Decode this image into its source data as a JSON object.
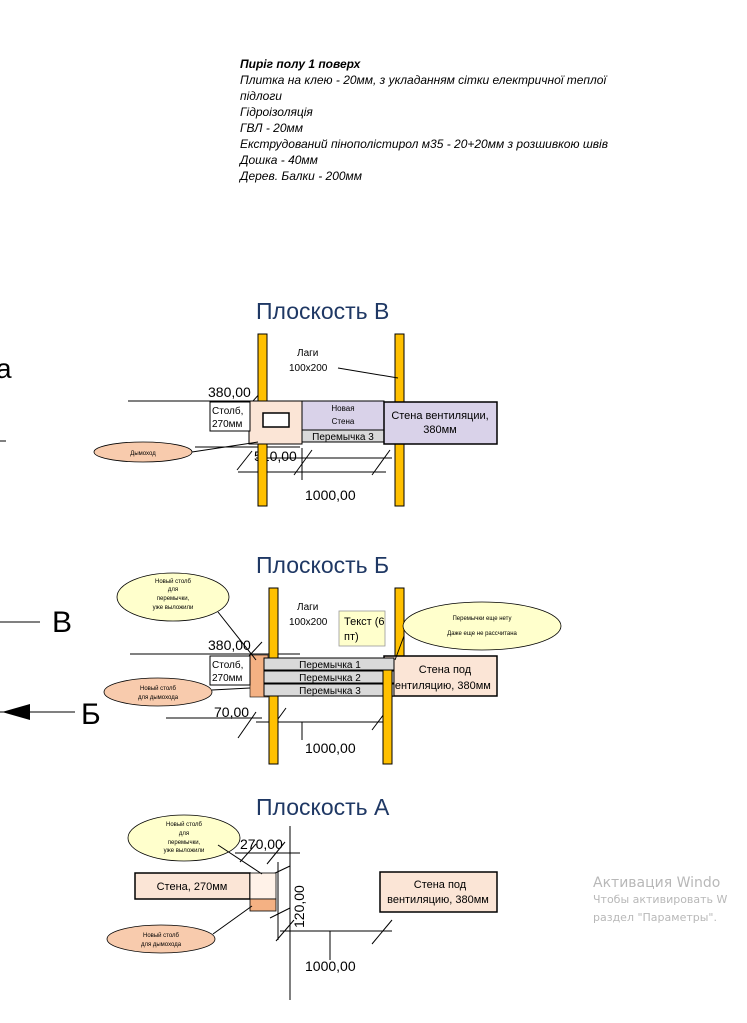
{
  "notes": {
    "title": "Пиріг полу 1 поверх",
    "lines": [
      "Плитка на клею - 20мм, з укладанням сітки електричної теплої",
      "підлоги",
      "Гідроізоляція",
      "ГВЛ - 20мм",
      "Екструдований пінополістирол м35 - 20+20мм з розшивкою швів",
      "Дошка - 40мм",
      "Дерев. Балки - 200мм"
    ]
  },
  "edge_labels": {
    "a": "а",
    "v": "В",
    "b": "Б"
  },
  "plane_v": {
    "title": "Плоскость В",
    "lagi": "Лаги",
    "lagi_size": "100х200",
    "dim_380": "380,00",
    "dim_510": "510,00",
    "dim_1000": "1000,00",
    "stolb_1": "Столб,",
    "stolb_2": "270мм",
    "new_wall_1": "Новая",
    "new_wall_2": "Стена",
    "peremychka_3": "Перемычка 3",
    "vent_wall_1": "Стена вентиляции,",
    "vent_wall_2": "380мм",
    "dymokhod": "Дымоход"
  },
  "plane_b": {
    "title": "Плоскость Б",
    "lagi": "Лаги",
    "lagi_size": "100х200",
    "text_box_1": "Текст (6",
    "text_box_2": "пт)",
    "dim_380": "380,00",
    "dim_70": "70,00",
    "dim_1000": "1000,00",
    "stolb_1": "Столб,",
    "stolb_2": "270мм",
    "peremychka_1": "Перемычка 1",
    "peremychka_2": "Перемычка 2",
    "peremychka_3": "Перемычка 3",
    "vent_wall_1": "Стена под",
    "vent_wall_2": "вентиляцию, 380мм",
    "note_new_stolb": [
      "Новый столб",
      "для",
      "перемычки,",
      "уже выложили"
    ],
    "note_dymokhod": [
      "Новый столб",
      "для дымохода"
    ],
    "note_peremychki": [
      "Перемычки еще нету",
      "Даже еще не рассчитана"
    ]
  },
  "plane_a": {
    "title": "Плоскость А",
    "dim_270": "270,00",
    "dim_120": "120,00",
    "dim_1000": "1000,00",
    "wall_270": "Стена, 270мм",
    "vent_wall_1": "Стена под",
    "vent_wall_2": "вентиляцию, 380мм",
    "note_new_stolb": [
      "Новый столб",
      "для",
      "перемычки,",
      "уже выложили"
    ],
    "note_dymokhod": [
      "Новый столб",
      "для дымохода"
    ]
  },
  "watermark": {
    "line1": "Активация Windo",
    "line2": "Чтобы активировать W",
    "line3": "раздел \"Параметры\"."
  },
  "colors": {
    "title_blue": "#1f3864",
    "post_yellow": "#ffc000",
    "wall_peach": "#fbe5d6",
    "wall_peach_dark": "#f4b183",
    "wall_lavender": "#d9d2e9",
    "lintel_gray": "#d9d9d9",
    "callout_yellow": "#ffffcc",
    "callout_orange": "#f8cbad"
  }
}
